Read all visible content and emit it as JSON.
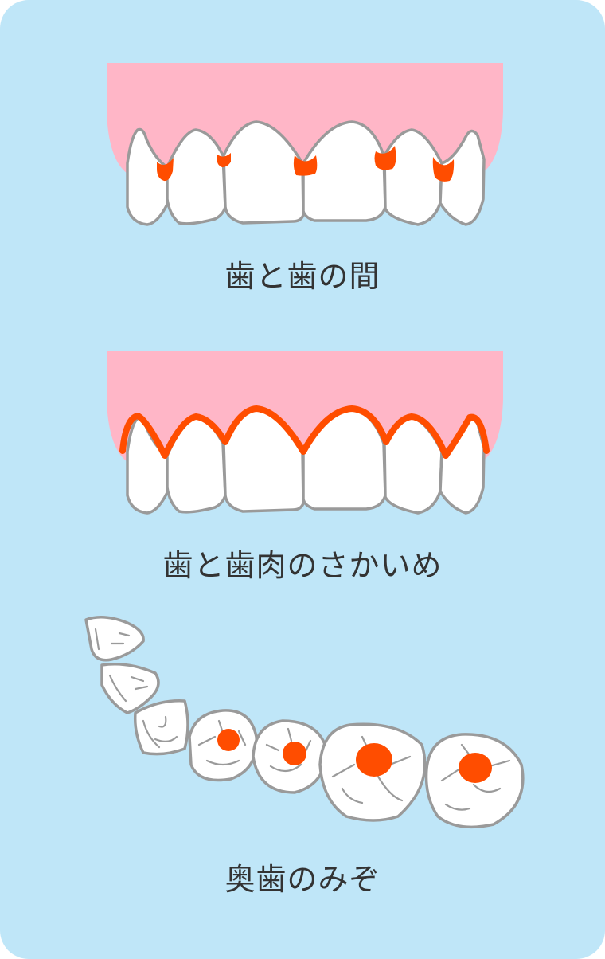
{
  "labels": {
    "between_teeth": "歯と歯の間",
    "gumline": "歯と歯肉のさかいめ",
    "molar_grooves": "奥歯のみぞ"
  },
  "colors": {
    "background": "#bfe6f8",
    "gum": "#ffb6c7",
    "plaque": "#ff4d00",
    "tooth_outline": "#9a9a9a"
  }
}
